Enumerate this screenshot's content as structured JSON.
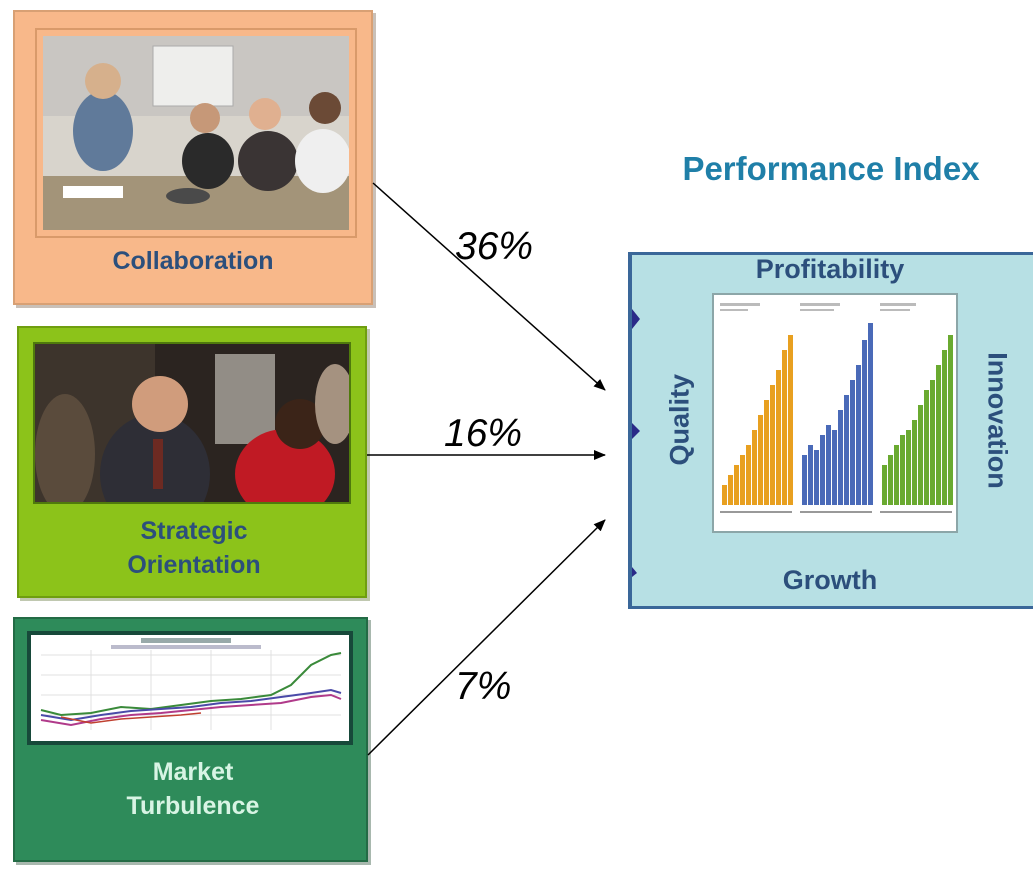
{
  "factors": [
    {
      "label": "Collaboration",
      "weight": "36%"
    },
    {
      "label": "Strategic Orientation",
      "weight": "16%"
    },
    {
      "label": "Market Turbulence",
      "weight": "7%"
    }
  ],
  "performance": {
    "title": "Performance Index",
    "top": "Profitability",
    "bottom": "Growth",
    "left": "Quality",
    "right": "Innovation"
  },
  "colors": {
    "collaboration_bg": "#f8b88a",
    "strategic_bg": "#8cc31a",
    "market_bg": "#2e8b5a",
    "title": "#1f7fa8",
    "box_bg": "#b7e0e4",
    "box_border": "#3a6799",
    "label_text": "#2c4f7c"
  }
}
